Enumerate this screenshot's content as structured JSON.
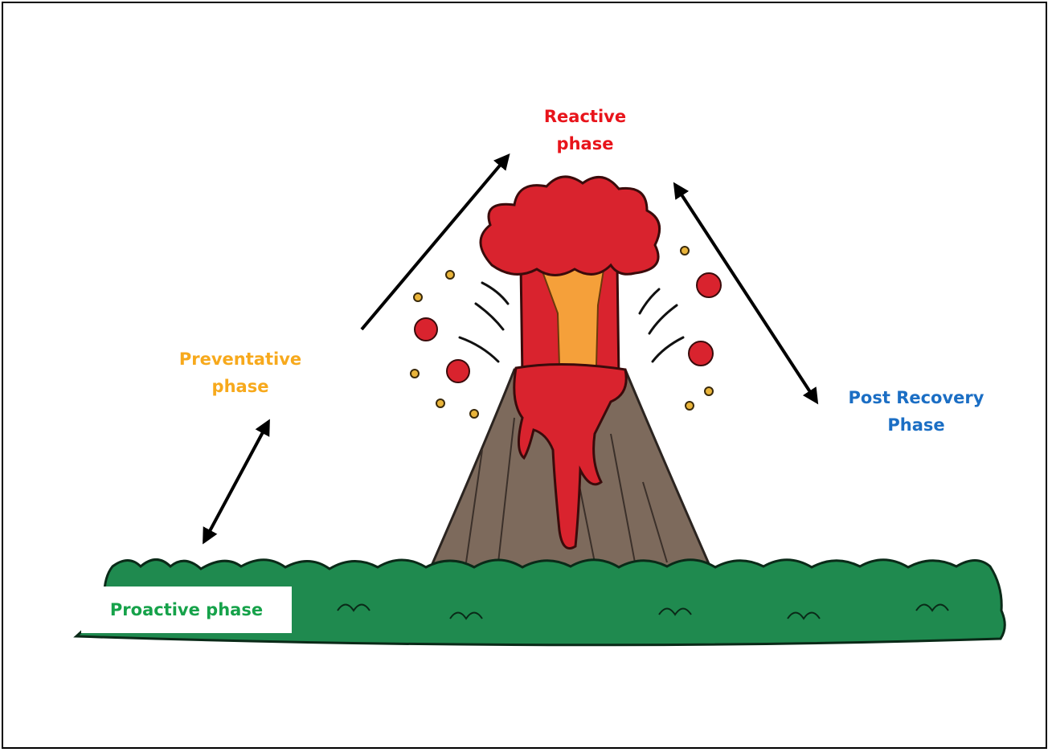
{
  "labels": {
    "reactive": [
      "Reactive",
      "phase"
    ],
    "preventative": [
      "Preventative",
      "phase"
    ],
    "post_recovery": [
      "Post Recovery",
      "Phase"
    ],
    "proactive": "Proactive phase"
  },
  "colors": {
    "reactive": "#e8141b",
    "preventative": "#f7a91c",
    "post_recovery": "#1b6ec4",
    "proactive": "#16a24a",
    "lava": "#d9232e",
    "magma": "#f5a03a",
    "rock": "#7d6a5c",
    "grass": "#1f8a4f",
    "arrow": "#000000"
  }
}
